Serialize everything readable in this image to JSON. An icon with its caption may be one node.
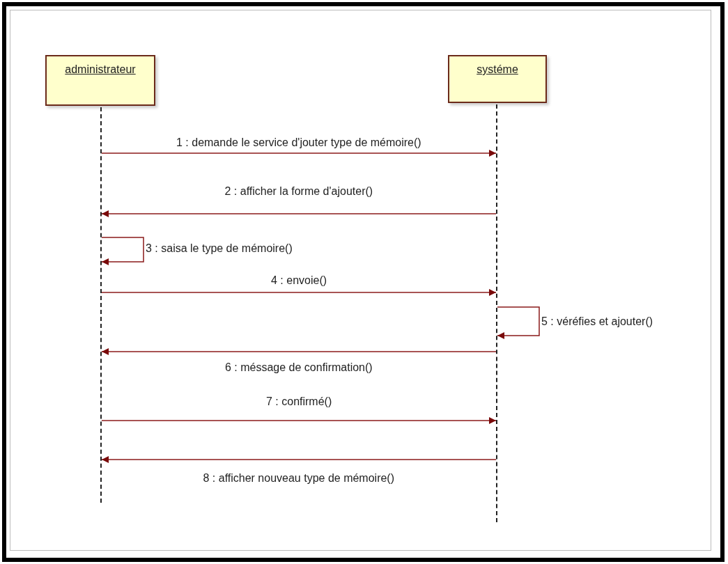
{
  "diagram": {
    "nodes": [
      {
        "text": [
          "administrateur"
        ]
      },
      {
        "text": [
          "systéme"
        ]
      },
      {
        "text": [],
        "shape": "line"
      },
      {
        "text": [],
        "shape": "line"
      }
    ],
    "edges": [
      {
        "from": 2,
        "to": 3,
        "arrow": "to",
        "label": "1 : demande le service d'jouter type de mémoire()"
      },
      {
        "from": 3,
        "to": 2,
        "arrow": "to",
        "label": "2 : afficher la forme d'ajouter()"
      },
      {
        "from": 2,
        "to": 2,
        "arrow": "to",
        "label": "3 : saisa le type de mémoire()"
      },
      {
        "from": 2,
        "to": 3,
        "arrow": "to",
        "label": "4 : envoie()"
      },
      {
        "from": 3,
        "to": 3,
        "arrow": "to",
        "label": "5 : véréfies et ajouter()"
      },
      {
        "from": 3,
        "to": 2,
        "arrow": "to",
        "label": "6 : méssage de confirmation()"
      },
      {
        "from": 2,
        "to": 3,
        "arrow": "to",
        "label": "7 : confirmé()"
      },
      {
        "from": 3,
        "to": 2,
        "arrow": "to",
        "label": "8 : afficher nouveau type de mémoire()"
      }
    ]
  }
}
